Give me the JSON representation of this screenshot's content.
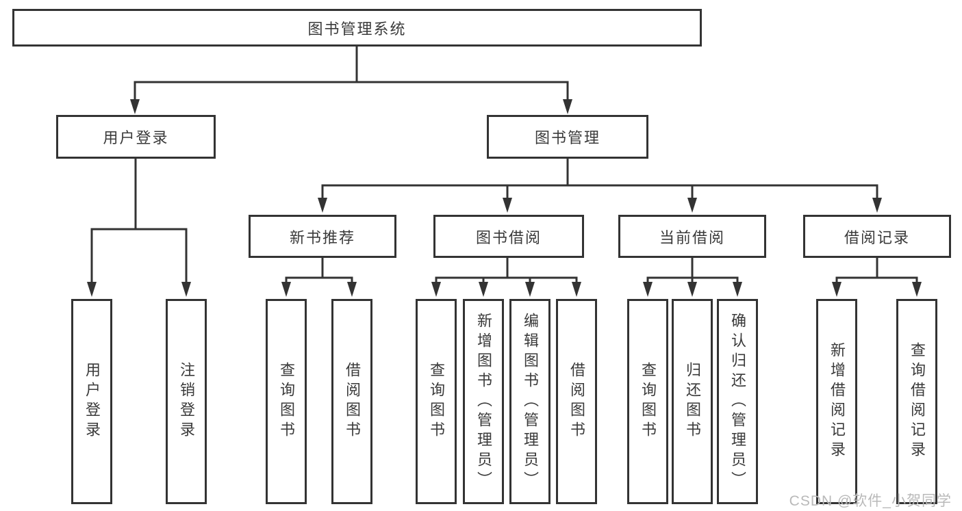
{
  "diagram": {
    "root": {
      "label": "图书管理系统"
    },
    "level2": [
      {
        "label": "用户登录"
      },
      {
        "label": "图书管理"
      }
    ],
    "level3": [
      {
        "label": "新书推荐",
        "parent": "图书管理"
      },
      {
        "label": "图书借阅",
        "parent": "图书管理"
      },
      {
        "label": "当前借阅",
        "parent": "图书管理"
      },
      {
        "label": "借阅记录",
        "parent": "图书管理"
      }
    ],
    "leaves": [
      {
        "label": "用户登录",
        "parent": "用户登录"
      },
      {
        "label": "注销登录",
        "parent": "用户登录"
      },
      {
        "label": "查询图书",
        "parent": "新书推荐"
      },
      {
        "label": "借阅图书",
        "parent": "新书推荐"
      },
      {
        "label": "查询图书",
        "parent": "图书借阅"
      },
      {
        "label": "新增图书（管理员）",
        "parent": "图书借阅"
      },
      {
        "label": "编辑图书（管理员）",
        "parent": "图书借阅"
      },
      {
        "label": "借阅图书",
        "parent": "图书借阅"
      },
      {
        "label": "查询图书",
        "parent": "当前借阅"
      },
      {
        "label": "归还图书",
        "parent": "当前借阅"
      },
      {
        "label": "确认归还（管理员）",
        "parent": "当前借阅"
      },
      {
        "label": "新增借阅记录",
        "parent": "借阅记录"
      },
      {
        "label": "查询借阅记录",
        "parent": "借阅记录"
      }
    ]
  },
  "watermark": {
    "text": "CSDN @软件_小贺同学"
  },
  "colors": {
    "line": "#333333",
    "text": "#3a3a3a",
    "watermark": "#b9b9b9",
    "background": "#ffffff"
  }
}
